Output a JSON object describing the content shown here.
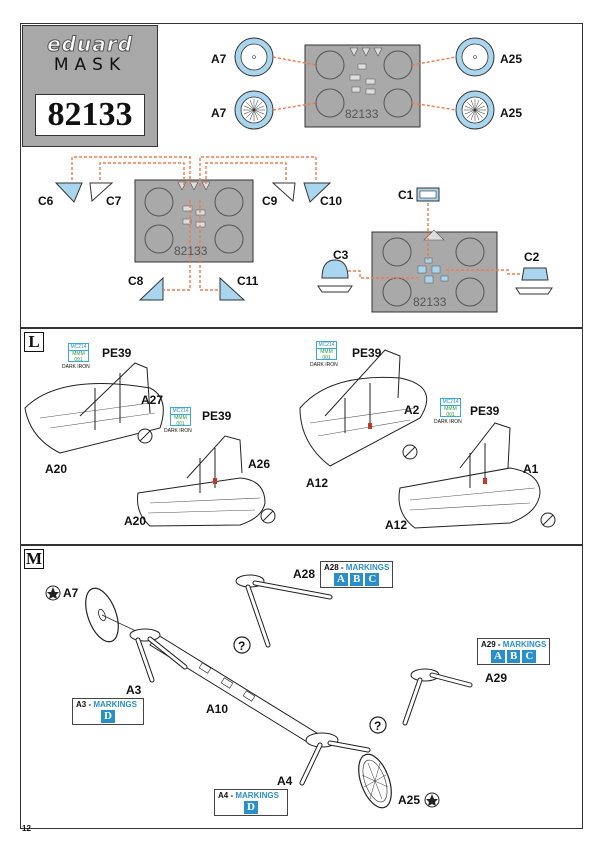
{
  "logo": {
    "brand": "eduard",
    "sub": "MASK",
    "number": "82133"
  },
  "mask_labels": {
    "A7_top": "A7",
    "A7_bot": "A7",
    "A25_top": "A25",
    "A25_bot": "A25",
    "C6": "C6",
    "C7": "C7",
    "C8": "C8",
    "C9": "C9",
    "C10": "C10",
    "C11": "C11",
    "C1": "C1",
    "C2": "C2",
    "C3": "C3",
    "sheet_a": "82133",
    "sheet_b": "82133",
    "sheet_c": "82133"
  },
  "section_L": {
    "letter": "L",
    "paint": {
      "code": "MC214",
      "line2": "MMM",
      "line3": "001",
      "name": "DARK IRON"
    },
    "labels": {
      "pe1": "PE39",
      "pe2": "PE39",
      "pe3": "PE39",
      "pe4": "PE39",
      "a27": "A27",
      "a20a": "A20",
      "a26": "A26",
      "a20b": "A20",
      "a2": "A2",
      "a12a": "A12",
      "a1": "A1",
      "a12b": "A12"
    }
  },
  "section_M": {
    "letter": "M",
    "labels": {
      "a7": "A7",
      "a3": "A3",
      "a10": "A10",
      "a4": "A4",
      "a25": "A25",
      "a28": "A28",
      "a29": "A29"
    },
    "markings": {
      "a28": {
        "part": "A28",
        "word": "MARKINGS",
        "letters": [
          "A",
          "B",
          "C"
        ]
      },
      "a29": {
        "part": "A29",
        "word": "MARKINGS",
        "letters": [
          "A",
          "B",
          "C"
        ]
      },
      "a3": {
        "part": "A3",
        "word": "MARKINGS",
        "letters": [
          "D"
        ]
      },
      "a4": {
        "part": "A4",
        "word": "MARKINGS",
        "letters": [
          "D"
        ]
      }
    },
    "question": "?"
  },
  "page_number": "12",
  "colors": {
    "mask_blue": "#a9d6ee",
    "mask_orange": "#f07a4a",
    "frame": "#333333",
    "accent": "#2a8fc8"
  }
}
